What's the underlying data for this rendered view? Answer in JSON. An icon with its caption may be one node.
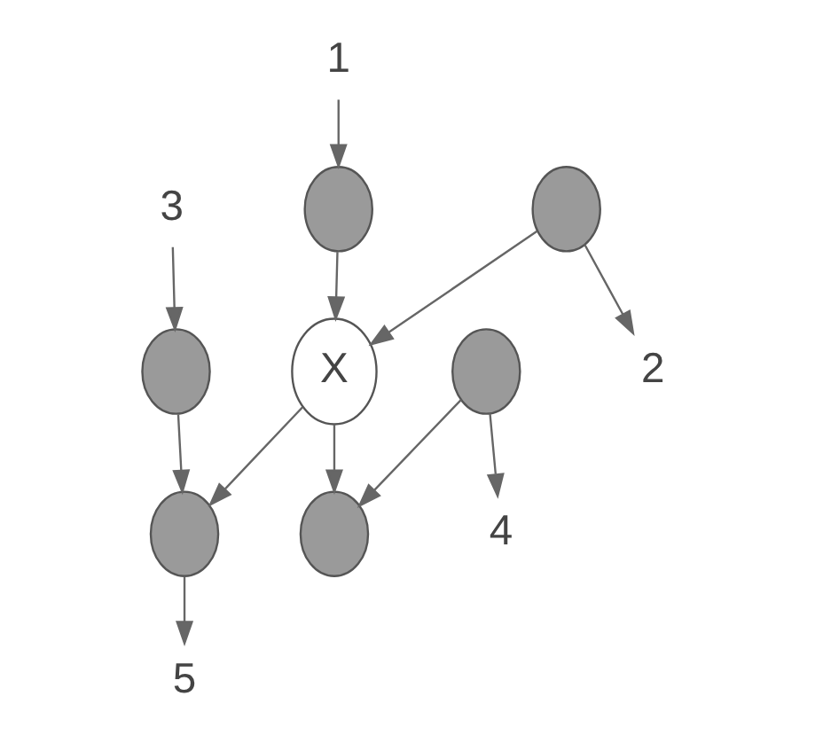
{
  "diagram": {
    "nodes": [
      {
        "text": [
          "1"
        ]
      },
      {
        "text": [],
        "shape": "circle"
      },
      {
        "text": [],
        "shape": "circle"
      },
      {
        "text": [
          "2"
        ]
      },
      {
        "text": [
          "3"
        ]
      },
      {
        "text": [
          "X"
        ]
      },
      {
        "text": [],
        "shape": "circle"
      },
      {
        "text": [],
        "shape": "circle"
      },
      {
        "text": [],
        "shape": "circle"
      },
      {
        "text": [],
        "shape": "circle"
      },
      {
        "text": [
          "4"
        ]
      },
      {
        "text": [
          "5"
        ]
      }
    ],
    "edges": [
      {
        "from": 0,
        "to": 1,
        "arrow": "to"
      },
      {
        "from": 2,
        "to": 3,
        "arrow": "to"
      },
      {
        "from": 1,
        "to": 5,
        "arrow": "to"
      },
      {
        "from": 2,
        "to": 5,
        "arrow": "to"
      },
      {
        "from": 4,
        "to": 6,
        "arrow": "to"
      },
      {
        "from": 6,
        "to": 8,
        "arrow": "to"
      },
      {
        "from": 5,
        "to": 8,
        "arrow": "to"
      },
      {
        "from": 5,
        "to": 9,
        "arrow": "to"
      },
      {
        "from": 7,
        "to": 9,
        "arrow": "to"
      },
      {
        "from": 7,
        "to": 10,
        "arrow": "to"
      },
      {
        "from": 8,
        "to": 11,
        "arrow": "to"
      }
    ]
  }
}
